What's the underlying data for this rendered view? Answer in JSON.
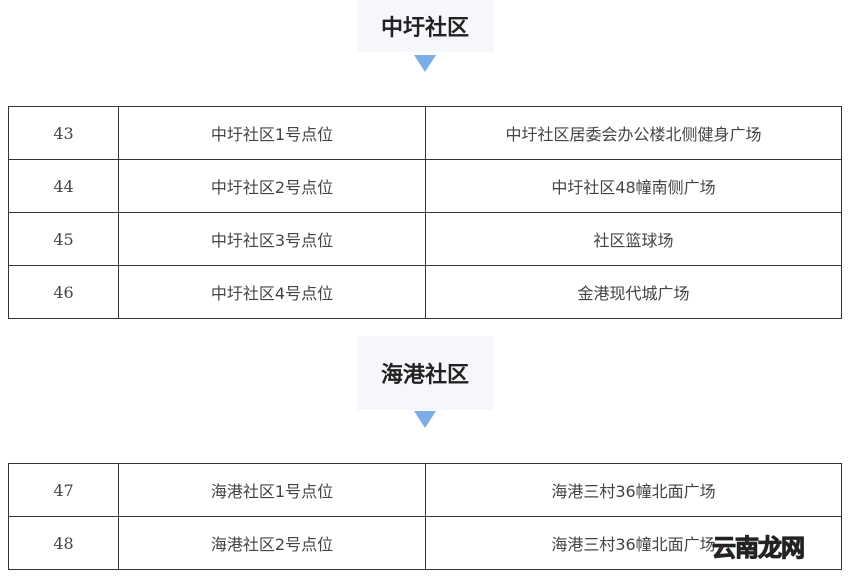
{
  "sections": [
    {
      "title": "中圩社区",
      "rows": [
        {
          "no": "43",
          "point": "中圩社区1号点位",
          "location": "中圩社区居委会办公楼北侧健身广场"
        },
        {
          "no": "44",
          "point": "中圩社区2号点位",
          "location": "中圩社区48幢南侧广场"
        },
        {
          "no": "45",
          "point": "中圩社区3号点位",
          "location": "社区篮球场"
        },
        {
          "no": "46",
          "point": "中圩社区4号点位",
          "location": "金港现代城广场"
        }
      ]
    },
    {
      "title": "海港社区",
      "rows": [
        {
          "no": "47",
          "point": "海港社区1号点位",
          "location": "海港三村36幢北面广场"
        },
        {
          "no": "48",
          "point": "海港社区2号点位",
          "location": "海港三村36幢北面广场"
        }
      ]
    }
  ],
  "watermark": {
    "part1": "云南",
    "part2": "龙网"
  },
  "colors": {
    "arrow": "#7aaee8",
    "header_bg": "#f5f7fb",
    "watermark": "#e85d10"
  }
}
